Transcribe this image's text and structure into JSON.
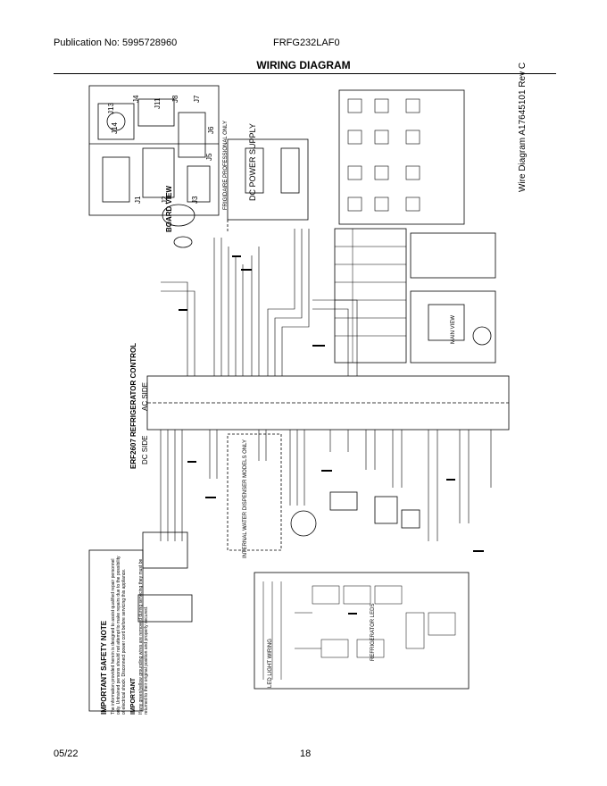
{
  "header": {
    "publication": "Publication No: 5995728960",
    "model": "FRFG232LAF0"
  },
  "title": "WIRING DIAGRAM",
  "diagram": {
    "board_view_label": "BOARD VIEW",
    "wire_diagram_ref": "Wire Diagram A17645101 Rev C",
    "control_board_label": "ERF2607 REFRIGERATOR CONTROL",
    "ac_side": "AC SIDE",
    "dc_side": "DC SIDE",
    "connectors_top": [
      "J13",
      "J4",
      "J11",
      "J8",
      "J7"
    ],
    "connectors_left": [
      "J1",
      "J2",
      "J3"
    ],
    "connectors_right": [
      "J5",
      "J6"
    ],
    "connector_j14": "J14",
    "dc_power_supply": "DC POWER SUPPLY",
    "frigidaire_only": "FRIGIDAIRE PROFESSIONAL ONLY",
    "internal_water_dispenser": "INTERNAL WATER DISPENSER MODELS ONLY",
    "led_light_wiring": "LED LIGHT WIRING",
    "refrigerator_leds": "REFRIGERATOR LEDS",
    "main_view": "MAIN VIEW",
    "safety_title": "IMPORTANT SAFETY NOTE",
    "safety_text": "The information provided herein is designed to assist qualified repair personnel only. Untrained persons should not attempt to make repairs due to the possibility of electrical shock. Disconnect power cord before servicing this appliance.",
    "important_title": "IMPORTANT",
    "important_text": "If any green/yellow grounding wires are removed during servicing they must be returned to their original position and properly secured."
  },
  "footer": {
    "date": "05/22",
    "page": "18"
  }
}
